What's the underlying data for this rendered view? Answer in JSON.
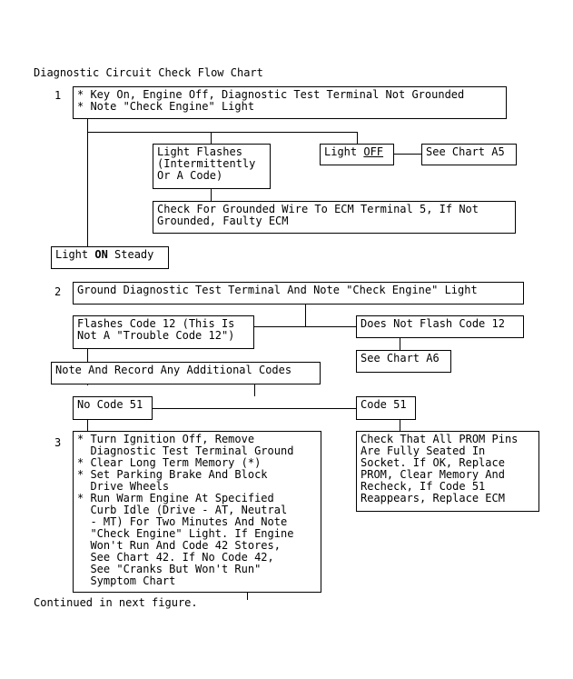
{
  "title": "Diagnostic Circuit Check Flow Chart",
  "steps": {
    "s1": "1",
    "s2": "2",
    "s3": "3"
  },
  "boxes": {
    "start": "* Key On, Engine Off, Diagnostic Test Terminal Not Grounded\n* Note \"Check Engine\" Light",
    "light_flashes": "Light Flashes\n(Intermittently\nOr A Code)",
    "light_off_prefix": "Light ",
    "light_off_word": "OFF",
    "see_a5": "See Chart A5",
    "check_grounded": "Check For Grounded Wire To ECM Terminal 5, If Not\nGrounded, Faulty ECM",
    "light_on_prefix": "Light ",
    "light_on_word": "ON",
    "light_on_suffix": " Steady",
    "ground_terminal": "Ground Diagnostic Test Terminal And Note \"Check Engine\" Light",
    "flashes_code12": "Flashes Code 12 (This Is\nNot A \"Trouble Code 12\")",
    "not_flash_code12": "Does Not Flash Code 12",
    "see_a6": "See Chart A6",
    "note_record": "Note And Record Any Additional Codes",
    "no_code51": "No Code 51",
    "code51": "Code 51",
    "step3_actions": "* Turn Ignition Off, Remove\n  Diagnostic Test Terminal Ground\n* Clear Long Term Memory (*)\n* Set Parking Brake And Block\n  Drive Wheels\n* Run Warm Engine At Specified\n  Curb Idle (Drive - AT, Neutral\n  - MT) For Two Minutes And Note\n  \"Check Engine\" Light. If Engine\n  Won't Run And Code 42 Stores,\n  See Chart 42. If No Code 42,\n  See \"Cranks But Won't Run\"\n  Symptom Chart",
    "prom_check": "Check That All PROM Pins\nAre Fully Seated In\nSocket. If OK, Replace\nPROM, Clear Memory And\nRecheck, If Code 51\nReappears, Replace ECM"
  },
  "footer": "Continued in next figure."
}
